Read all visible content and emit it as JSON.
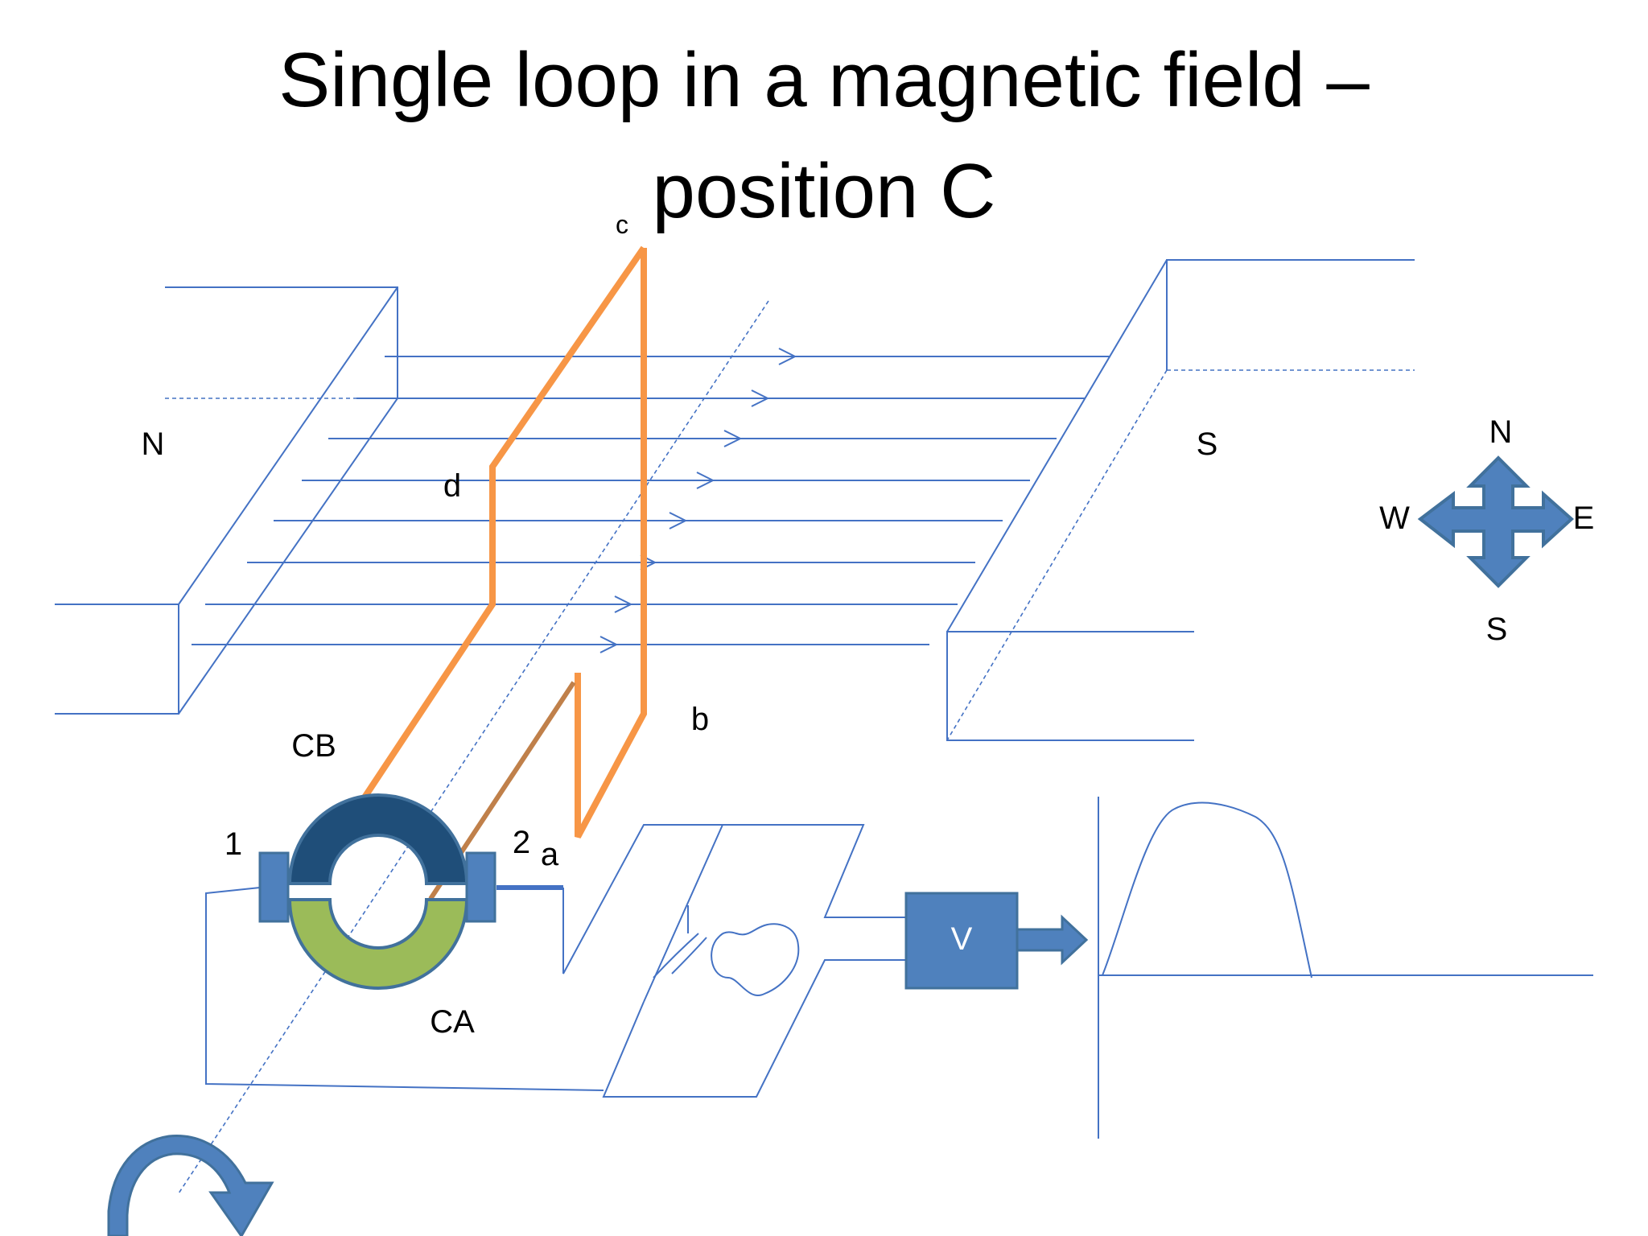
{
  "title": {
    "line1": "Single loop in a magnetic field –",
    "line2": "position C"
  },
  "magnets": {
    "north_label": "N",
    "south_label": "S"
  },
  "loop_labels": {
    "a": "a",
    "b": "b",
    "c": "c",
    "d": "d"
  },
  "commutator": {
    "segment_b_label": "CB",
    "segment_a_label": "CA",
    "brush_1_label": "1",
    "brush_2_label": "2",
    "segment_b_color": "#1f4e79",
    "segment_a_color": "#9bbb59"
  },
  "compass": {
    "north": "N",
    "south": "S",
    "east": "E",
    "west": "W",
    "color": "#4f81bd"
  },
  "voltmeter": {
    "label": "V",
    "color": "#4f81bd"
  },
  "colors": {
    "field_lines": "#4472c4",
    "loop": "#f79646"
  },
  "icons": [
    "rotation-arrow-icon",
    "compass-icon",
    "output-arrow-icon"
  ]
}
